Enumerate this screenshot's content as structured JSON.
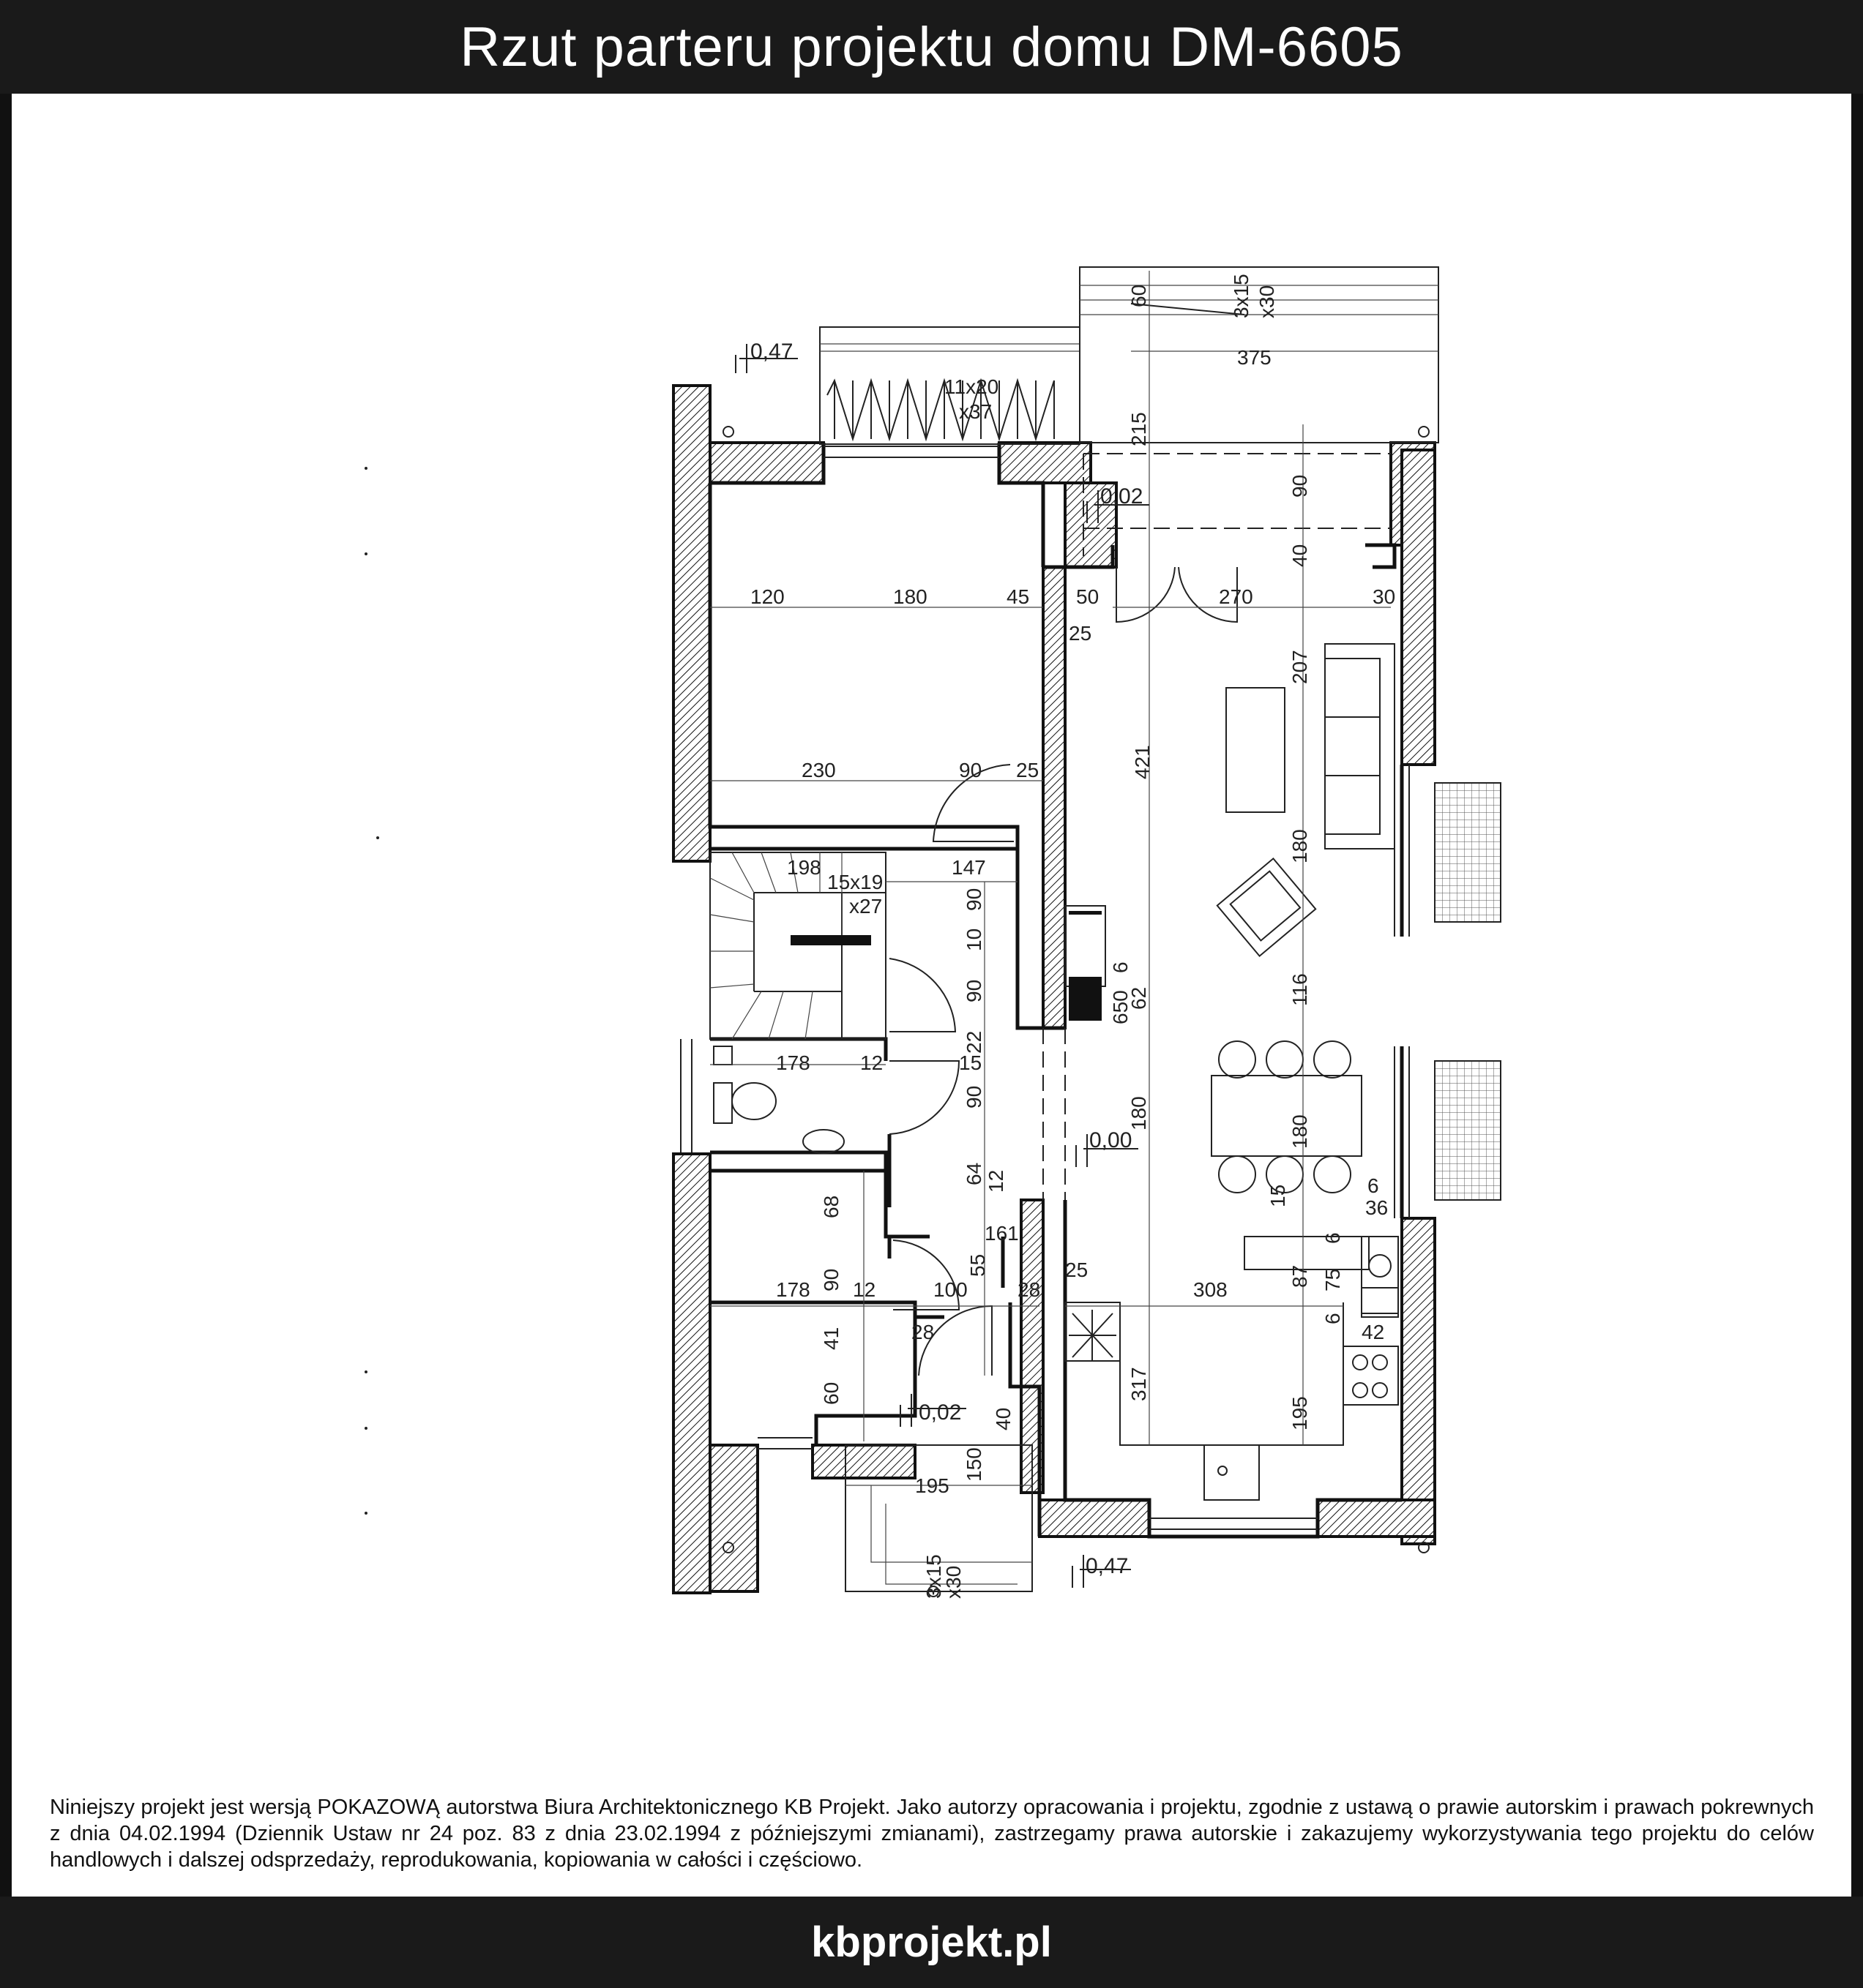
{
  "title": "Rzut parteru projektu domu DM-6605",
  "notice": "Niniejszy projekt jest wersją POKAZOWĄ autorstwa Biura Architektonicznego KB Projekt. Jako autorzy opracowania i projektu, zgodnie z ustawą o prawie autorskim i prawach pokrewnych z dnia 04.02.1994 (Dziennik Ustaw nr 24 poz. 83 z dnia 23.02.1994 z późniejszymi zmianami), zastrzegamy prawa autorskie i zakazujemy wykorzystywania tego projektu do celów handlowych i dalszej odsprzedaży, reprodukowania, kopiowania w całości i częściowo.",
  "footer": "kbprojekt.pl",
  "levels": {
    "top_left": "0,47",
    "terrace": "0,02",
    "floor": "0,00",
    "entrance": "0,02",
    "bottom": "0,47"
  },
  "stairs": {
    "front": "11x20",
    "front_b": "x37",
    "terrace_a": "3x15",
    "terrace_b": "x30",
    "internal_a": "15x19",
    "internal_b": "x27",
    "entry_a": "3x15",
    "entry_b": "x30"
  },
  "dims": {
    "d60": "60",
    "d375": "375",
    "d215": "215",
    "d90a": "90",
    "d40a": "40",
    "d120": "120",
    "d180a": "180",
    "d45": "45",
    "d50": "50",
    "d270": "270",
    "d30": "30",
    "d25a": "25",
    "d207": "207",
    "d421": "421",
    "d230": "230",
    "d90b": "90",
    "d25b": "25",
    "d198": "198",
    "d147": "147",
    "d90c": "90",
    "d10": "10",
    "d90d": "90",
    "d180b": "180",
    "d6a": "6",
    "d62": "62",
    "d650": "650",
    "d116": "116",
    "d178a": "178",
    "d12a": "12",
    "d22": "22",
    "d15a": "15",
    "d90e": "90",
    "d180c": "180",
    "d180d": "180",
    "d64": "64",
    "d12b": "12",
    "d15b": "15",
    "d6b": "6",
    "d36": "36",
    "d68": "68",
    "d161": "161",
    "d6c": "6",
    "d90f": "90",
    "d55": "55",
    "d25c": "25",
    "d87": "87",
    "d75": "75",
    "d178b": "178",
    "d12c": "12",
    "d100": "100",
    "d28a": "28",
    "d308": "308",
    "d41": "41",
    "d28b": "28",
    "d6d": "6",
    "d42": "42",
    "d60b": "60",
    "d317": "317",
    "d195a": "195",
    "d40b": "40",
    "d150": "150",
    "d195b": "195"
  }
}
